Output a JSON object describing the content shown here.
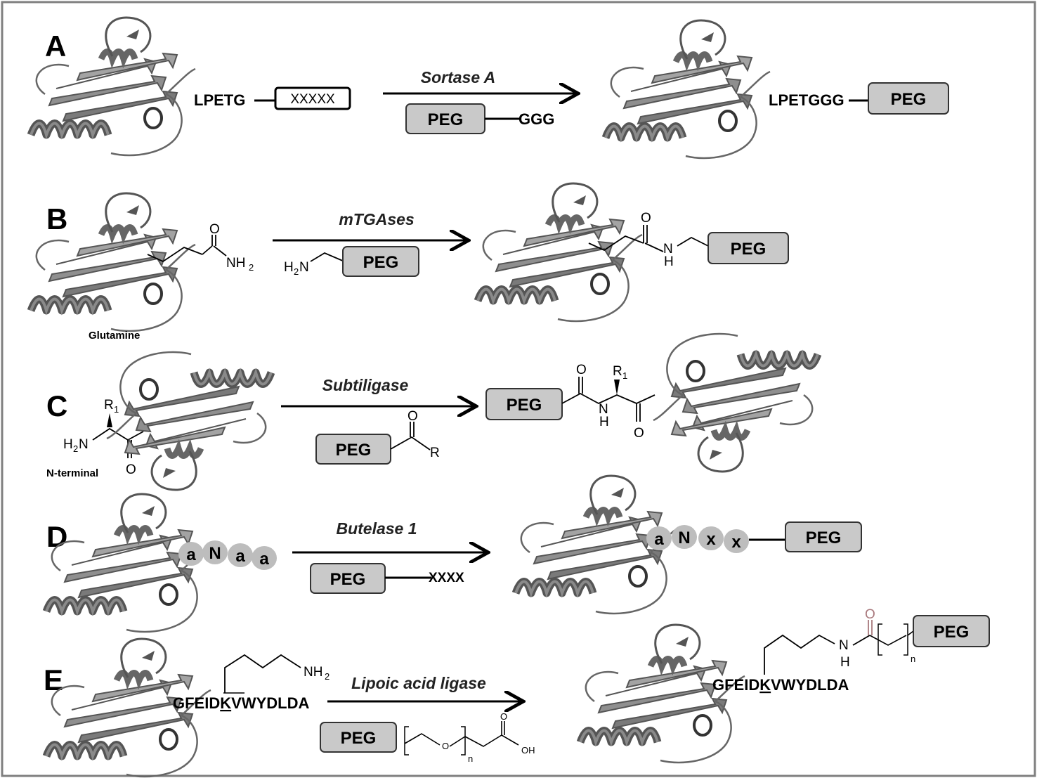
{
  "panels": {
    "A": {
      "label": "A",
      "enzyme": "Sortase A",
      "substrate_tag": "LPETG",
      "leaving_group": "XXXXX",
      "reagent_peg": "PEG",
      "reagent_tag": "GGG",
      "product_tag": "LPETGGG",
      "product_peg": "PEG"
    },
    "B": {
      "label": "B",
      "enzyme": "mTGAses",
      "residue_label": "Glutamine",
      "oxygen": "O",
      "amide_n": "NH",
      "amide_sub": "2",
      "reagent_amine": "H",
      "reagent_amine_sub": "2",
      "reagent_amine_n": "N",
      "reagent_peg": "PEG",
      "product_o": "O",
      "product_n": "N",
      "product_h": "H",
      "product_peg": "PEG"
    },
    "C": {
      "label": "C",
      "enzyme": "Subtiligase",
      "residue_label": "N-terminal",
      "r1": "R",
      "r1_sub": "1",
      "amine": "H",
      "amine_sub": "2",
      "amine_n": "N",
      "oxygen": "O",
      "reagent_peg": "PEG",
      "reagent_o": "O",
      "reagent_r": "R",
      "product_peg": "PEG",
      "product_o1": "O",
      "product_n": "N",
      "product_h": "H",
      "product_r1": "R",
      "product_r1_sub": "1",
      "product_o2": "O"
    },
    "D": {
      "label": "D",
      "enzyme": "Butelase 1",
      "substrate_beads": [
        "a",
        "N",
        "a",
        "a"
      ],
      "reagent_peg": "PEG",
      "reagent_tag": "XXXX",
      "product_beads": [
        "a",
        "N",
        "x",
        "x"
      ],
      "product_peg": "PEG"
    },
    "E": {
      "label": "E",
      "enzyme": "Lipoic acid ligase",
      "seq_before": "GFEID",
      "seq_k": "K",
      "seq_after": "VWYDLDA",
      "amine": "NH",
      "amine_sub": "2",
      "reagent_peg": "PEG",
      "reagent_o": "O",
      "reagent_n": "n",
      "reagent_acid_o": "O",
      "reagent_oh": "OH",
      "product_o": "O",
      "product_n": "N",
      "product_h": "H",
      "product_sub_n": "n",
      "product_peg": "PEG"
    }
  },
  "colors": {
    "peg_fill": "#c9c9c9",
    "bead_fill": "#bdbdbd",
    "protein_dark": "#555555",
    "protein_mid": "#8a8a8a",
    "carbonyl": "#a8787c",
    "frame": "#7f7f7f"
  }
}
